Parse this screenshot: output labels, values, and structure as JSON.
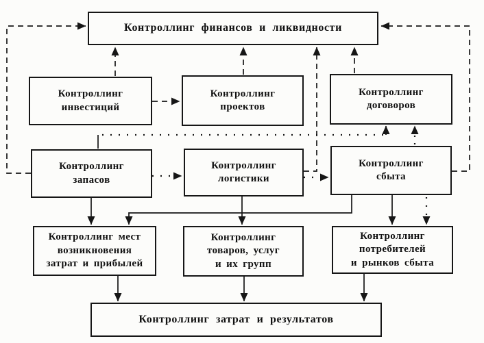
{
  "page": {
    "background": "#fcfcfa",
    "ink": "#161616"
  },
  "diagram": {
    "type": "flowchart",
    "language": "ru",
    "topic": "controlling-structure",
    "nodes": {
      "finance": {
        "label": "Контроллинг финансов и ликвидности"
      },
      "investments": {
        "label": "Контроллинг\nинвестиций"
      },
      "projects": {
        "label": "Контроллинг\nпроектов"
      },
      "contracts": {
        "label": "Контроллинг\nдоговоров"
      },
      "stocks": {
        "label": "Контроллинг\nзапасов"
      },
      "logistics": {
        "label": "Контроллинг\nлогистики"
      },
      "sales": {
        "label": "Контроллинг\nсбыта"
      },
      "cost_centers": {
        "label": "Контроллинг мест\nвозникновения\nзатрат и прибылей"
      },
      "goods": {
        "label": "Контроллинг\nтоваров, услуг\nи их групп"
      },
      "consumers": {
        "label": "Контроллинг\nпотребителей\nи рынков сбыта"
      },
      "results": {
        "label": "Контроллинг затрат и результатов"
      }
    },
    "edges": [
      {
        "from": "investments",
        "to": "finance",
        "style": "dashed"
      },
      {
        "from": "projects",
        "to": "finance",
        "style": "dashed"
      },
      {
        "from": "contracts",
        "to": "finance",
        "style": "dashed"
      },
      {
        "from": "logistics",
        "to": "finance",
        "style": "dashed"
      },
      {
        "from": "stocks",
        "to": "finance",
        "style": "dashed"
      },
      {
        "from": "sales",
        "to": "finance",
        "style": "dashed"
      },
      {
        "from": "investments",
        "to": "projects",
        "style": "dashed"
      },
      {
        "from": "stocks",
        "to": "logistics",
        "style": "dotted"
      },
      {
        "from": "logistics",
        "to": "sales",
        "style": "dotted"
      },
      {
        "from": "stocks",
        "to": "contracts",
        "style": "dotted"
      },
      {
        "from": "sales",
        "to": "contracts",
        "style": "dotted"
      },
      {
        "from": "sales",
        "to": "consumers",
        "style": "dotted"
      },
      {
        "from": "stocks",
        "to": "cost_centers",
        "style": "solid"
      },
      {
        "from": "logistics",
        "to": "goods",
        "style": "solid"
      },
      {
        "from": "sales",
        "to": "cost_centers",
        "style": "solid"
      },
      {
        "from": "sales",
        "to": "consumers",
        "style": "solid"
      },
      {
        "from": "cost_centers",
        "to": "results",
        "style": "solid"
      },
      {
        "from": "goods",
        "to": "results",
        "style": "solid"
      },
      {
        "from": "consumers",
        "to": "results",
        "style": "solid"
      }
    ]
  }
}
